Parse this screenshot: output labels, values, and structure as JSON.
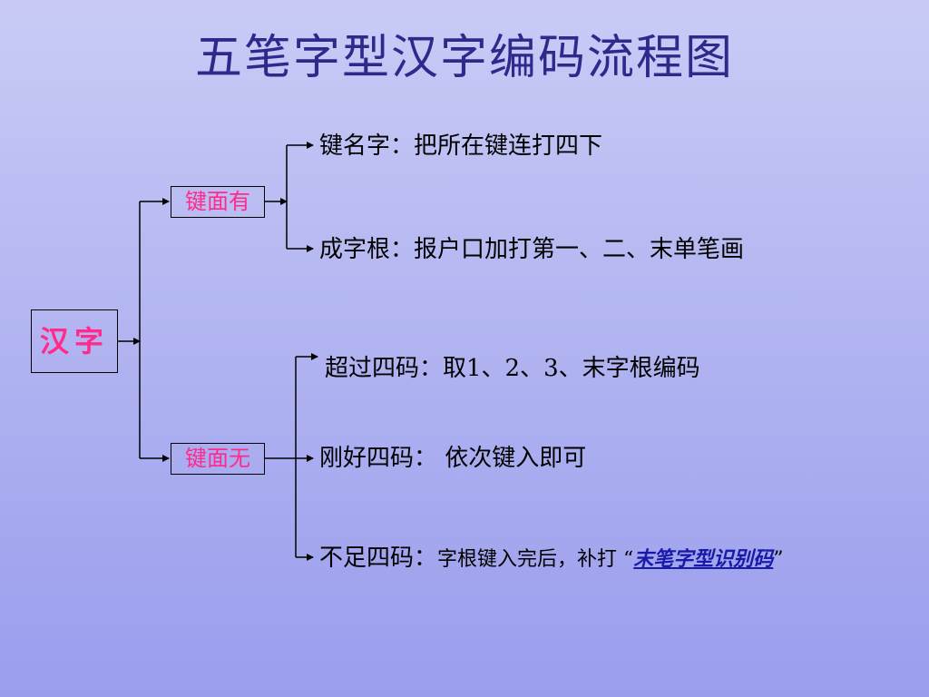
{
  "title": "五笔字型汉字编码流程图",
  "root": "汉字",
  "branches": [
    {
      "label": "键面有",
      "leaves": [
        {
          "term": "键名字：",
          "desc": "把所在键连打四下"
        },
        {
          "term": "成字根：",
          "desc": "报户口加打第一、二、末单笔画"
        }
      ]
    },
    {
      "label": "键面无",
      "leaves": [
        {
          "term": "超过四码：",
          "desc": "取1、2、3、末字根编码"
        },
        {
          "term": "刚好四码：",
          "desc": " 依次键入即可"
        },
        {
          "term": "不足四码：",
          "desc": "字根键入完后，补打 ",
          "open_quote": "“",
          "link": "末笔字型识别码",
          "close_quote": "”"
        }
      ]
    }
  ],
  "colors": {
    "title": "#2e2a8c",
    "box_text": "#ff2a8a",
    "link": "#1a1aa8",
    "lines": "#000000"
  }
}
